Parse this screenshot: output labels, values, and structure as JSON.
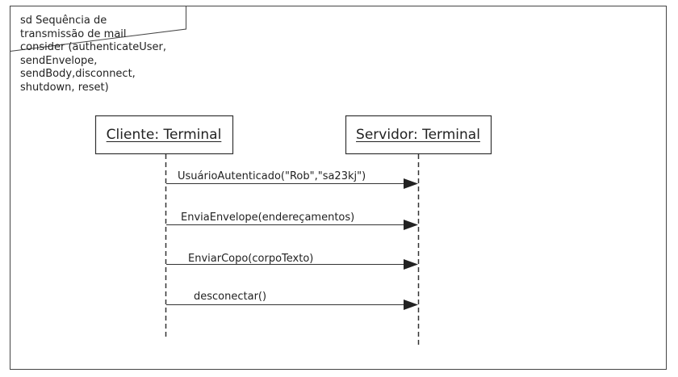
{
  "frame": {
    "title": "sd Sequência de\ntransmissão de mail\nconsider (authenticateUser,\nsendEnvelope,\nsendBody,disconnect,\nshutdown, reset)"
  },
  "lifelines": [
    {
      "label": "Cliente: Terminal"
    },
    {
      "label": "Servidor: Terminal"
    }
  ],
  "messages": [
    {
      "label": "UsuárioAutenticado(\"Rob\",\"sa23kj\")"
    },
    {
      "label": "EnviaEnvelope(endereçamentos)"
    },
    {
      "label": "EnviarCopo(corpoTexto)"
    },
    {
      "label": "desconectar()"
    }
  ],
  "colors": {
    "line": "#333333",
    "background": "#ffffff"
  }
}
